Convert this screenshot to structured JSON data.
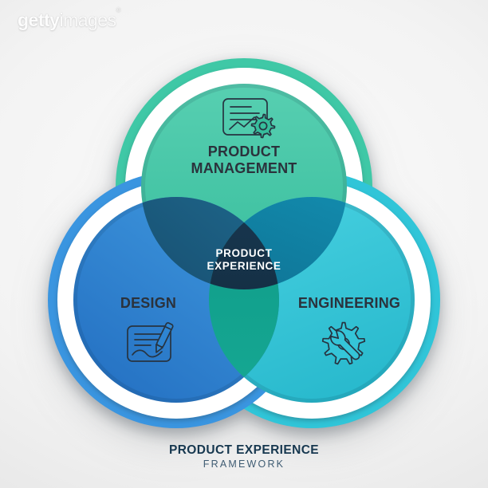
{
  "watermark": {
    "brand_bold": "getty",
    "brand_light": "images",
    "registered": "®"
  },
  "diagram": {
    "circles": [
      {
        "id": "product-management",
        "label_lines": [
          "PRODUCT",
          "MANAGEMENT"
        ],
        "color": "#3fc3a3",
        "icon": "report-gear-icon"
      },
      {
        "id": "design",
        "label": "DESIGN",
        "color": "#2f87d4",
        "icon": "sketch-pencil-icon"
      },
      {
        "id": "engineering",
        "label": "ENGINEERING",
        "color": "#33c4d7",
        "icon": "gear-wrench-icon"
      }
    ],
    "center": {
      "label_lines": [
        "PRODUCT",
        "EXPERIENCE"
      ],
      "color": "#142e44"
    },
    "overlaps": {
      "management_design": "#19587a",
      "management_engineering": "#0f82a4",
      "design_engineering": "#13a18f"
    }
  },
  "caption": {
    "title": "PRODUCT EXPERIENCE",
    "subtitle": "FRAMEWORK"
  },
  "colors": {
    "heading": "#2b323c",
    "center_text": "#ffffff",
    "caption_title": "#16374f",
    "caption_subtitle": "#3f5c73",
    "icon_stroke": "#273441",
    "green_ring": "#3fc8a6",
    "green_top": "#57cfb1",
    "green_bottom": "#37bd9c",
    "blue_ring": "#3a95e0",
    "blue_top": "#3f98de",
    "blue_mid": "#2e85d2",
    "blue_bottom": "#2470c2",
    "cyan_ring": "#30c5d8",
    "cyan_top": "#47d0e0",
    "cyan_mid": "#35c5d8",
    "cyan_bottom": "#28b9cd"
  }
}
